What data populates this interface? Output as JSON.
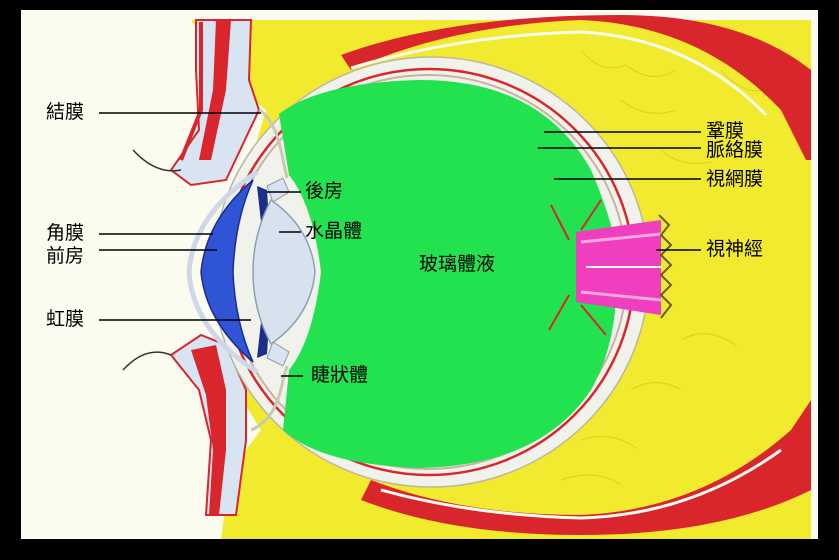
{
  "diagram": {
    "labels": {
      "conjunctiva": "結膜",
      "cornea": "角膜",
      "anterior_chamber": "前房",
      "iris": "虹膜",
      "posterior_chamber": "後房",
      "lens": "水晶體",
      "ciliary_body": "睫狀體",
      "vitreous": "玻璃體液",
      "sclera": "鞏膜",
      "choroid": "脈絡膜",
      "retina": "視網膜",
      "optic_nerve": "視神經"
    },
    "colors": {
      "background": "#fbfbf0",
      "frame": "#000000",
      "vitreous": "#22e24f",
      "fat": "#f2ea2e",
      "muscle": "#d8262c",
      "cornea": "#2f55d6",
      "lens": "#d7e2ee",
      "optic_nerve": "#ef3fbf"
    }
  }
}
